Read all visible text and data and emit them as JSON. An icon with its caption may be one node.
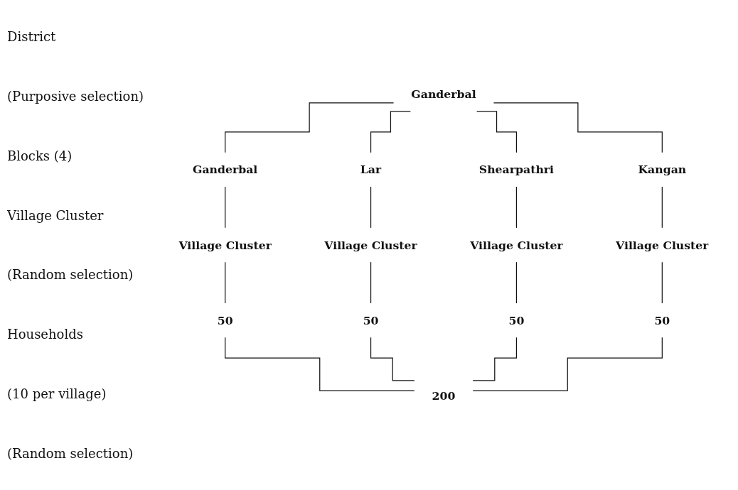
{
  "diagram": {
    "nodes": [
      {
        "text": [
          "Ganderbal"
        ]
      },
      {
        "text": [
          "Ganderbal"
        ]
      },
      {
        "text": [
          "Lar"
        ]
      },
      {
        "text": [
          "Shearpathri"
        ]
      },
      {
        "text": [
          "Kangan"
        ]
      },
      {
        "text": [
          "Village Cluster"
        ]
      },
      {
        "text": [
          "Village Cluster"
        ]
      },
      {
        "text": [
          "Village Cluster"
        ]
      },
      {
        "text": [
          "Village Cluster"
        ]
      },
      {
        "text": [
          "50"
        ]
      },
      {
        "text": [
          "50"
        ]
      },
      {
        "text": [
          "50"
        ]
      },
      {
        "text": [
          "50"
        ]
      },
      {
        "text": [
          "200"
        ]
      }
    ],
    "edges": [
      {
        "from": 0,
        "to": 1,
        "arrow": "none"
      },
      {
        "from": 0,
        "to": 2,
        "arrow": "none"
      },
      {
        "from": 0,
        "to": 3,
        "arrow": "none"
      },
      {
        "from": 0,
        "to": 4,
        "arrow": "none"
      },
      {
        "from": 1,
        "to": 5,
        "arrow": "none"
      },
      {
        "from": 2,
        "to": 6,
        "arrow": "none"
      },
      {
        "from": 3,
        "to": 7,
        "arrow": "none"
      },
      {
        "from": 4,
        "to": 8,
        "arrow": "none"
      },
      {
        "from": 5,
        "to": 9,
        "arrow": "none"
      },
      {
        "from": 6,
        "to": 10,
        "arrow": "none"
      },
      {
        "from": 7,
        "to": 11,
        "arrow": "none"
      },
      {
        "from": 8,
        "to": 12,
        "arrow": "none"
      },
      {
        "from": 9,
        "to": 13,
        "arrow": "none"
      },
      {
        "from": 10,
        "to": 13,
        "arrow": "none"
      },
      {
        "from": 11,
        "to": 13,
        "arrow": "none"
      },
      {
        "from": 12,
        "to": 13,
        "arrow": "none"
      }
    ],
    "labels": [
      "District",
      "(Purposive selection)",
      "Blocks (4)",
      "Village Cluster",
      "(Random selection)",
      "Households",
      "(10 per village)",
      "(Random selection)"
    ]
  }
}
